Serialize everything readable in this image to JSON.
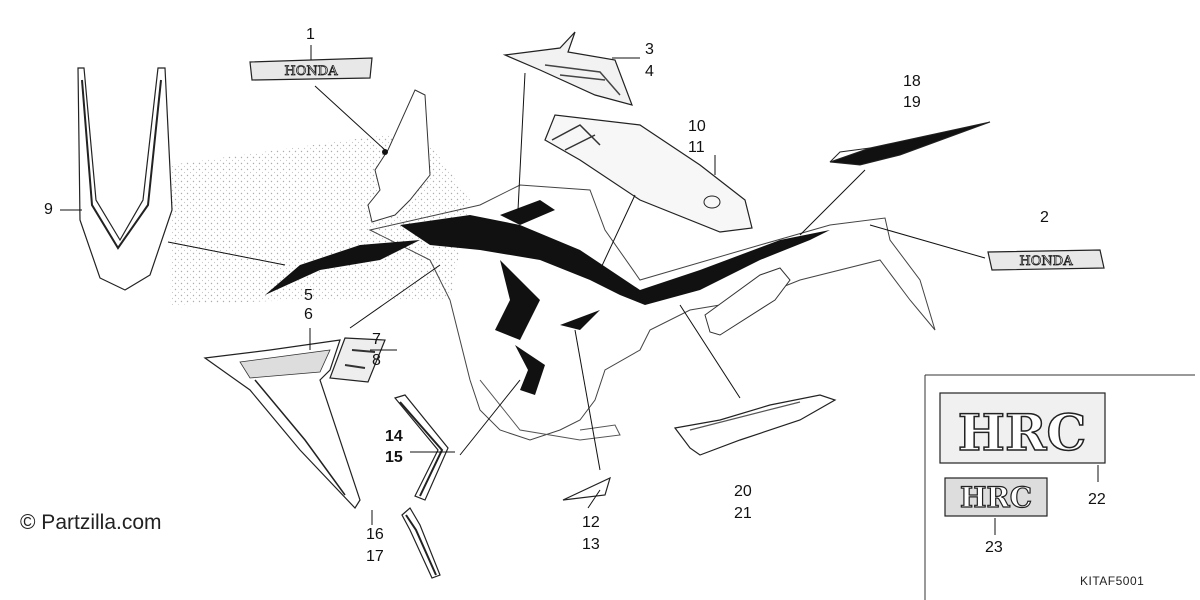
{
  "watermark": "© Partzilla.com",
  "diagram_code": "KITAF5001",
  "logos": {
    "honda_top": "HONDA",
    "honda_right": "HONDA",
    "hrc_large": "HRC",
    "hrc_small": "HRC"
  },
  "callouts": [
    {
      "id": "c1",
      "text": "1"
    },
    {
      "id": "c2",
      "text": "2"
    },
    {
      "id": "c3",
      "text": "3"
    },
    {
      "id": "c4",
      "text": "4"
    },
    {
      "id": "c5",
      "text": "5"
    },
    {
      "id": "c6",
      "text": "6"
    },
    {
      "id": "c7",
      "text": "7"
    },
    {
      "id": "c8",
      "text": "8"
    },
    {
      "id": "c9",
      "text": "9"
    },
    {
      "id": "c10",
      "text": "10"
    },
    {
      "id": "c11",
      "text": "11"
    },
    {
      "id": "c12",
      "text": "12"
    },
    {
      "id": "c13",
      "text": "13"
    },
    {
      "id": "c14",
      "text": "14"
    },
    {
      "id": "c15",
      "text": "15"
    },
    {
      "id": "c16",
      "text": "16"
    },
    {
      "id": "c17",
      "text": "17"
    },
    {
      "id": "c18",
      "text": "18"
    },
    {
      "id": "c19",
      "text": "19"
    },
    {
      "id": "c20",
      "text": "20"
    },
    {
      "id": "c21",
      "text": "21"
    },
    {
      "id": "c22",
      "text": "22"
    },
    {
      "id": "c23",
      "text": "23"
    }
  ]
}
